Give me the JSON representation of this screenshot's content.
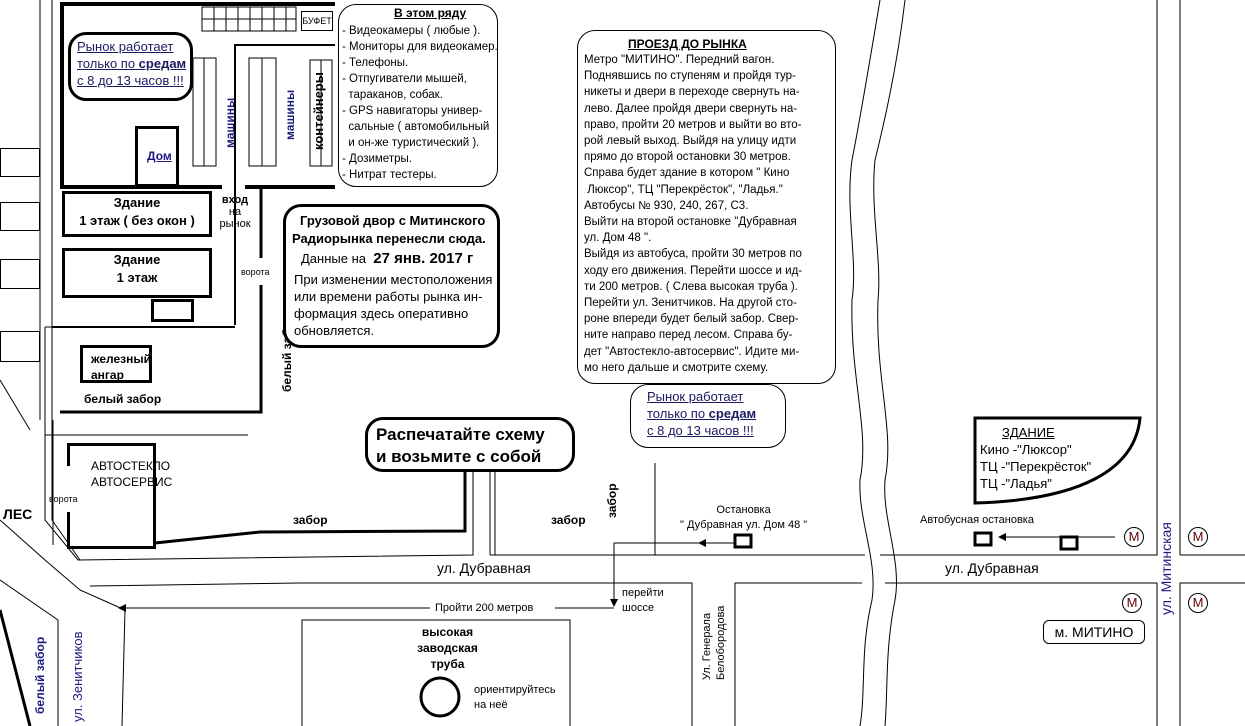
{
  "schedule": {
    "line1": "Рынок  работает",
    "line2a": "только по ",
    "line2b": "средам",
    "line3": "с 8 до 13 часов !!!"
  },
  "market": {
    "buffet": "БУФЕТ",
    "cars1": "машины",
    "cars2": "машины",
    "containers": "контейнеры",
    "house": "Дом",
    "building1_title": "Здание",
    "building1_sub": "1 этаж ( без окон )",
    "building2_title": "Здание",
    "building2_sub": "1 этаж",
    "entrance": [
      "вход",
      "на",
      "рынок"
    ],
    "gate": "ворота",
    "white_fence_vertical": "белый забор",
    "hangar": [
      "железный",
      "ангар"
    ],
    "white_fence_bottom": "белый забор"
  },
  "row": {
    "title": "В этом ряду",
    "items": [
      "- Видеокамеры ( любые ).",
      "- Мониторы для видеокамер.",
      "- Телефоны.",
      "- Отпугиватели мышей,",
      "  тараканов, собак.",
      "- GPS навигаторы универ-",
      "  сальные ( автомобильный",
      "  и он-же туристический ).",
      "- Дозиметры.",
      "- Нитрат тестеры."
    ]
  },
  "notice": {
    "line1": "Грузовой двор с Митинского",
    "line2": "Радиорынка перенесли сюда.",
    "date_label": "Данные на",
    "date": "27 янв. 2017 г",
    "text": [
      "При изменении местоположения",
      "или времени работы рынка ин-",
      "формация здесь оперативно",
      "обновляется."
    ]
  },
  "directions": {
    "title": "ПРОЕЗД  ДО  РЫНКА",
    "lines": [
      "Метро \"МИТИНО\". Передний вагон.",
      "Поднявшись по ступеням и пройдя тур-",
      "никеты и двери в переходе свернуть на-",
      "лево. Далее пройдя двери свернуть на-",
      "право, пройти 20 метров и выйти во вто-",
      "рой левый выход. Выйдя на улицу идти",
      "прямо до второй остановки 30 метров.",
      "Справа будет здание в котором \" Кино",
      " Люксор\", ТЦ \"Перекрёсток\", \"Ладья.\"",
      "Автобусы № 930, 240, 267, С3.",
      "Выйти на второй остановке \"Дубравная",
      "ул. Дом 48 \".",
      "Выйдя из автобуса, пройти 30 метров по",
      "ходу его движения. Перейти шоссе и ид-",
      "ти 200 метров. ( Слева высокая труба ).",
      "Перейти ул. Зенитчиков. На другой сто-",
      "роне впереди будет белый забор. Свер-",
      "ните направо перед лесом. Справа бу-",
      "дет \"Автостекло-автосервис\". Идите ми-",
      "мо него дальше и смотрите схему."
    ]
  },
  "print": {
    "line1": "Распечатайте  схему",
    "line2": "и  возьмите  с  собой"
  },
  "autoservice": {
    "line1": "АВТОСТЕКЛО",
    "line2": "АВТОСЕРВИС",
    "gate": "ворота"
  },
  "labels": {
    "forest": "ЛЕС",
    "fence1": "забор",
    "fence2": "забор",
    "fence3": "забор",
    "white_fence": "белый забор",
    "zenitchikov": "ул. Зенитчиков",
    "dubravnaya1": "ул. Дубравная",
    "dubravnaya2": "ул. Дубравная",
    "walk": "Пройти 200 метров",
    "cross": [
      "перейти",
      "шоссе"
    ],
    "general": [
      "Ул. Генерала",
      "Белобородова"
    ],
    "stop": [
      "Остановка",
      "\" Дубравная ул. Дом 48 \""
    ],
    "bus_stop": "Автобусная остановка",
    "mitinskaya": "ул. Митинская",
    "metro_label": "м. МИТИНО",
    "metro_symbol": "М"
  },
  "chimney": {
    "title": [
      "высокая",
      "заводская",
      "труба"
    ],
    "hint": [
      "ориентируйтесь",
      "на неё"
    ]
  },
  "building": {
    "title": "ЗДАНИЕ",
    "lines": [
      "Кино -\"Люксор\"",
      "ТЦ -\"Перекрёсток\"",
      "ТЦ -\"Ладья\""
    ]
  }
}
